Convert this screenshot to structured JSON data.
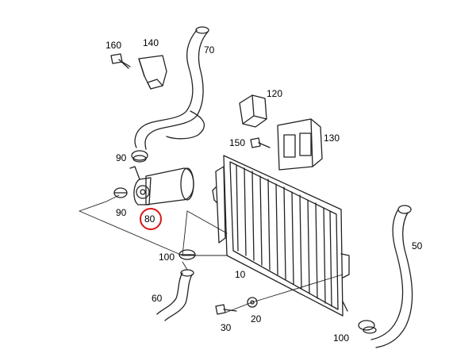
{
  "diagram": {
    "labels": {
      "l160": "160",
      "l140": "140",
      "l70": "70",
      "l120": "120",
      "l130": "130",
      "l150": "150",
      "l90a": "90",
      "l90b": "90",
      "l80": "80",
      "l100a": "100",
      "l10": "10",
      "l60": "60",
      "l30": "30",
      "l20": "20",
      "l50": "50",
      "l100b": "100"
    },
    "highlighted_part": "80",
    "highlight_color": "#d81818",
    "line_color": "#222222"
  }
}
